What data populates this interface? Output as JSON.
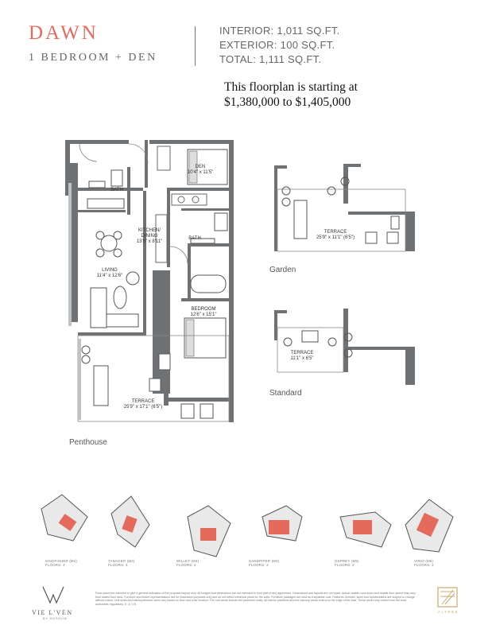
{
  "header": {
    "name": "DAWN",
    "type": "1 BEDROOM + DEN",
    "interior": "INTERIOR: 1,011 SQ.FT.",
    "exterior": "EXTERIOR: 100 SQ.FT.",
    "total": "TOTAL: 1,111 SQ.FT."
  },
  "price": {
    "line1": "This floorplan is starting at",
    "line2": "$1,380,000 to $1,405,000"
  },
  "rooms": {
    "den": [
      "DEN",
      "10'4\" x 11'5\""
    ],
    "bath1": "BATH",
    "kitchen": [
      "KITCHEN/",
      "DINING",
      "13'8\" x 8'11\""
    ],
    "bath2": "BATH",
    "living": [
      "LIVING",
      "11'4\" x 12'6\""
    ],
    "bedroom": [
      "BEDROOM",
      "12'6\" x 15'1\""
    ],
    "terrace": [
      "TERRACE",
      "25'9\" x 17'1\" (6'5\")"
    ]
  },
  "variants": {
    "penthouse": "Penthouse",
    "garden": {
      "label": "Garden",
      "terrace": [
        "TERRACE",
        "25'9\" x 11'1\" (6'5\")"
      ]
    },
    "standard": {
      "label": "Standard",
      "terrace": [
        "TERRACE",
        "11'1\" x 6'5\""
      ]
    }
  },
  "suites": [
    {
      "name": "KINGFISHER (M1)",
      "floors": "FLOORS: 4"
    },
    {
      "name": "TANAGER (M2)",
      "floors": "FLOORS: 4"
    },
    {
      "name": "WILLET (M3)",
      "floors": "FLOORS: 2"
    },
    {
      "name": "SANDPIPER (M4)",
      "floors": "FLOORS: 2"
    },
    {
      "name": "OSPREY (M5)",
      "floors": "FLOORS: 2"
    },
    {
      "name": "VIRIO (M6)",
      "floors": "FLOORS: 2"
    }
  ],
  "brand": {
    "left_name": "VIE L'VEN",
    "left_sub": "BY MAGNUM",
    "right_name": "ALTREE"
  },
  "legal": "Floor plans are intended to give a general indication of the proposed layout only. All images and dimensions are not intended to form part of any agreement. Dimensions and layouts are not exact. Actual usable room sizes and usable floor space may vary from stated floor area. Furniture and fixture representations are for illustration purposes only and do not reflect electrical plans for the suite. Furniture packages are sold as a separate cost. Features, finishes, sizes and specifications are subject to change without notice. Unit sizes and balcony/terrace sizes vary based on floor and suite location. The unit areas include the perimeter walls, all interior partitions and the balcony areas extend to the edge of the slab. These areas may varied from the local authorities regulations. E. & O.E.",
  "colors": {
    "accent": "#e46a5c",
    "wall": "#6f7275",
    "text": "#555555"
  }
}
